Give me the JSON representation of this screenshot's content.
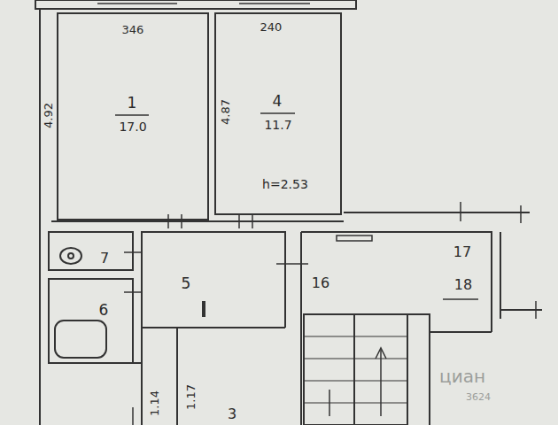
{
  "diagram": {
    "labels": [
      "346",
      "240",
      "4.92",
      "1",
      "17.0",
      "4.87",
      "4",
      "11.7",
      "h=2.53",
      "7",
      "5",
      "16",
      "17",
      "18",
      "6",
      "1.14",
      "1.17",
      "3",
      "циан",
      "3624"
    ]
  }
}
